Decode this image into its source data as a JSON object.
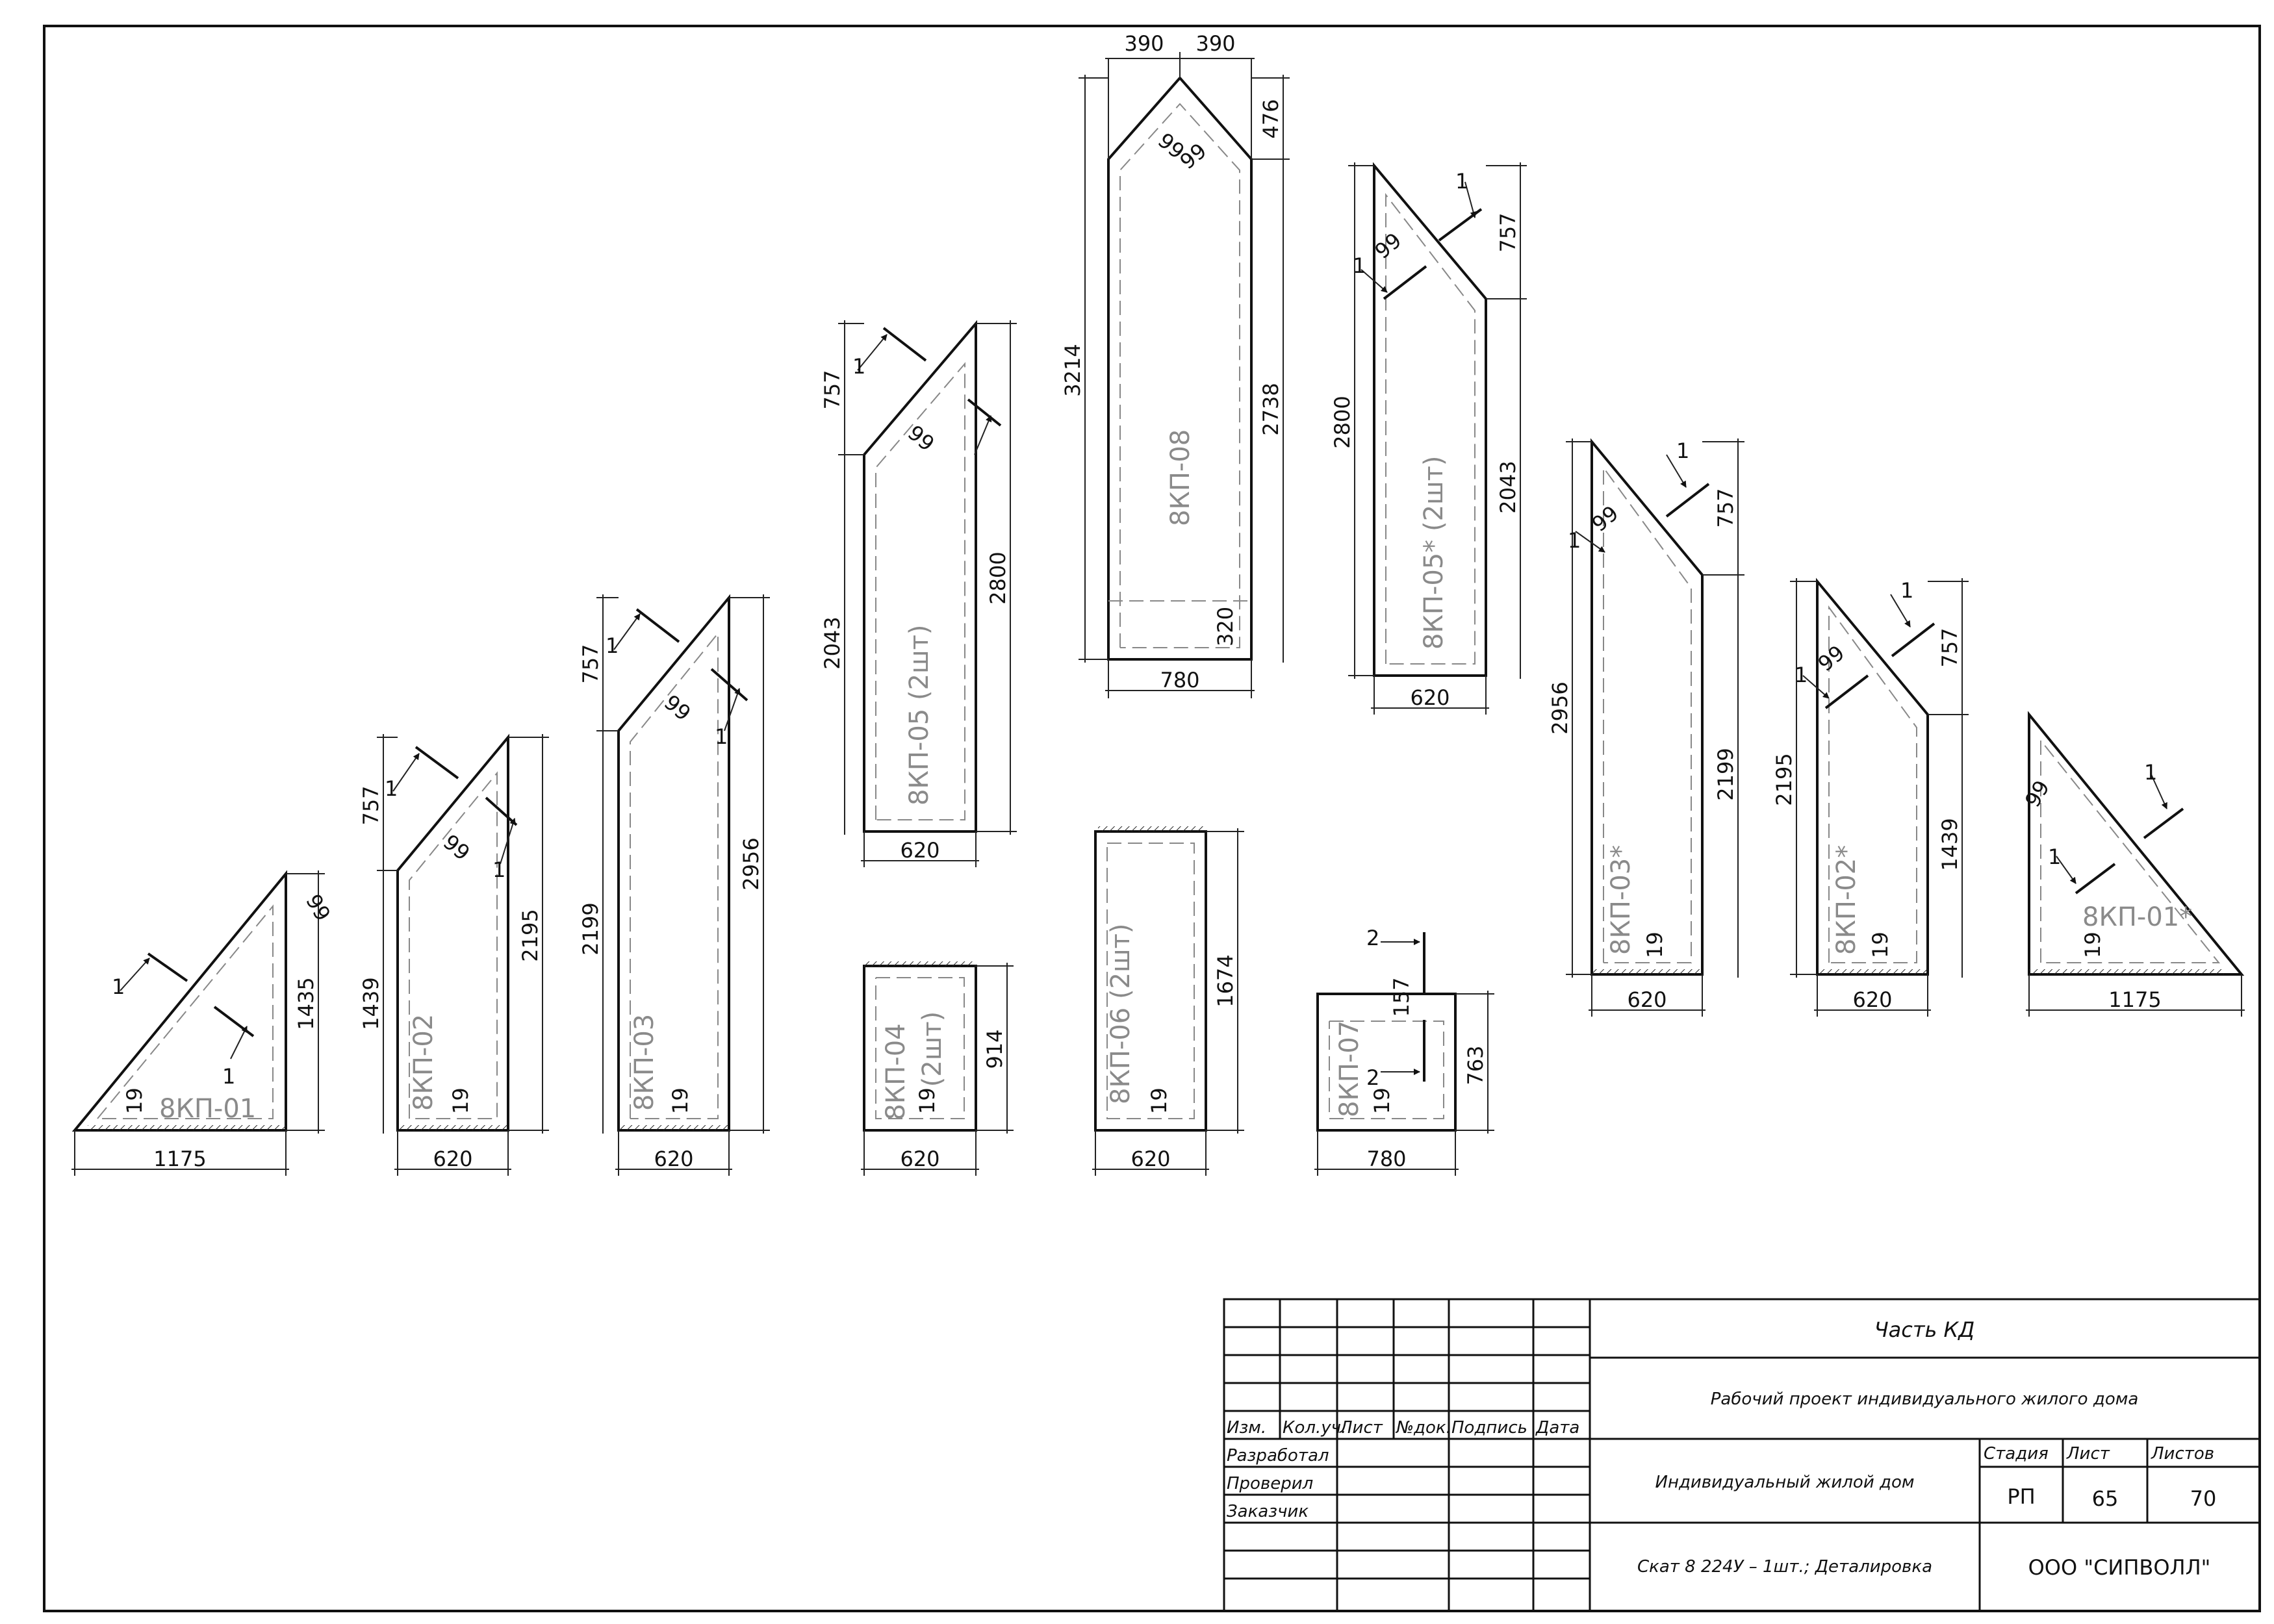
{
  "panels": {
    "p01": {
      "label": "8КП-01",
      "width": "1175",
      "height": "1435",
      "edge": "19",
      "bevel": "99"
    },
    "p02": {
      "label": "8КП-02",
      "width": "620",
      "total": "2195",
      "wall": "1439",
      "slope": "757",
      "edge": "19",
      "bevel": "99"
    },
    "p03": {
      "label": "8КП-03",
      "width": "620",
      "total": "2956",
      "wall": "2199",
      "slope": "757",
      "edge": "19",
      "bevel": "99"
    },
    "p04": {
      "label": "8КП-04",
      "qty": "(2шт)",
      "width": "620",
      "height": "914",
      "edge": "19"
    },
    "p05": {
      "label": "8КП-05 (2шт)",
      "width": "620",
      "total": "2800",
      "wall": "2043",
      "slope": "757",
      "bevel": "99"
    },
    "p06": {
      "label": "8КП-06 (2шт)",
      "width": "620",
      "height": "1674",
      "edge": "19"
    },
    "p07": {
      "label": "8КП-07",
      "width": "780",
      "height": "763",
      "top": "157",
      "edge": "19"
    },
    "p08": {
      "label": "8КП-08",
      "width": "780",
      "total": "3214",
      "wall": "2738",
      "peak": "476",
      "half_left": "390",
      "half_right": "390",
      "bottom": "320",
      "bevel": "99"
    },
    "p05s": {
      "label": "8КП-05* (2шт)",
      "width": "620",
      "total": "2800",
      "wall": "2043",
      "slope": "757",
      "bevel": "99"
    },
    "p03s": {
      "label": "8КП-03*",
      "width": "620",
      "total": "2956",
      "wall": "2199",
      "slope": "757",
      "edge": "19",
      "bevel": "99"
    },
    "p02s": {
      "label": "8КП-02*",
      "width": "620",
      "total": "2195",
      "wall": "1439",
      "slope": "757",
      "edge": "19",
      "bevel": "99"
    },
    "p01s": {
      "label": "8КП-01*",
      "width": "1175",
      "edge": "19",
      "bevel": "99"
    }
  },
  "section_marks": {
    "one": "1",
    "two": "2"
  },
  "title_block": {
    "part": "Часть КД",
    "project": "Рабочий проект индивидуального жилого дома",
    "object": "Индивидуальный жилой дом",
    "sheet_title": "Скат 8 224У – 1шт.; Деталировка",
    "company": "ООО \"СИПВОЛЛ\"",
    "col_headers": {
      "izm": "Изм.",
      "kol": "Кол.уч.",
      "list": "Лист",
      "ndok": "№док.",
      "podp": "Подпись",
      "data": "Дата"
    },
    "roles": {
      "developed": "Разработал",
      "checked": "Проверил",
      "customer": "Заказчик"
    },
    "stage_header": "Стадия",
    "sheet_header": "Лист",
    "sheets_header": "Листов",
    "stage": "РП",
    "sheet": "65",
    "sheets": "70"
  }
}
